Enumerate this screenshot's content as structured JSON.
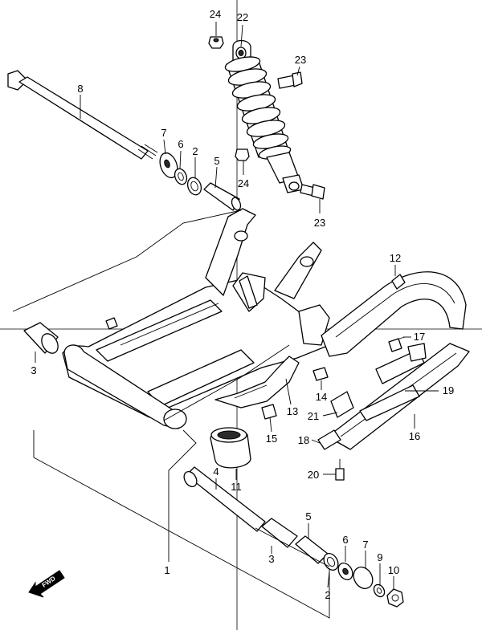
{
  "callouts": {
    "c24a": "24",
    "c22": "22",
    "c23a": "23",
    "c8": "8",
    "c7a": "7",
    "c6a": "6",
    "c2a": "2",
    "c5a": "5",
    "c24b": "24",
    "c23b": "23",
    "c12": "12",
    "c3a": "3",
    "c17": "17",
    "c14": "14",
    "c19": "19",
    "c13": "13",
    "c21": "21",
    "c15": "15",
    "c16": "16",
    "c18": "18",
    "c4": "4",
    "c11": "11",
    "c20": "20",
    "c5b": "5",
    "c6b": "6",
    "c7b": "7",
    "c3b": "3",
    "c9": "9",
    "c10": "10",
    "c1": "1",
    "c2b": "2"
  },
  "direction_arrow": {
    "label": "FWD"
  }
}
